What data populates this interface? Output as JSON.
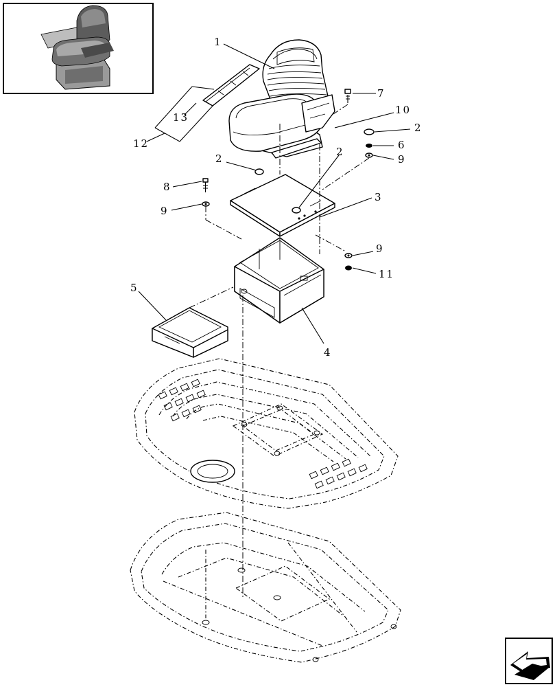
{
  "callouts": {
    "c1": "1",
    "c2a": "2",
    "c2b": "2",
    "c2c": "2",
    "c3": "3",
    "c4": "4",
    "c5": "5",
    "c6": "6",
    "c7": "7",
    "c8": "8",
    "c9a": "9",
    "c9b": "9",
    "c9c": "9",
    "c10": "10",
    "c11": "11",
    "c12": "12",
    "c13": "13"
  },
  "icons": {
    "thumbnail": "seat-assembly-thumbnail-icon",
    "nav": "arrow-left-icon"
  }
}
